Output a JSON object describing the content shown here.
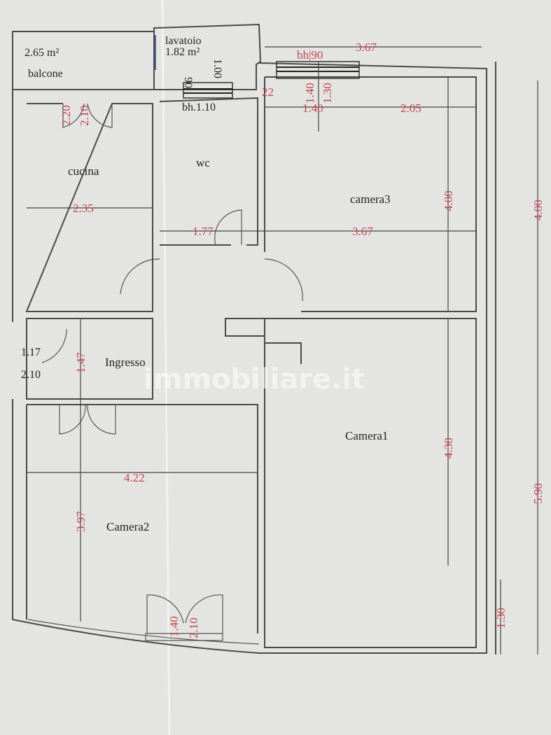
{
  "rooms": {
    "balcone": {
      "name": "balcone",
      "area": "2.65 m²"
    },
    "lavatoio": {
      "name": "lavatoio",
      "area": "1.82 m²"
    },
    "cucina": "cucina",
    "wc": "wc",
    "camera3": "camera3",
    "ingresso": "Ingresso",
    "camera1": "Camera1",
    "camera2": "Camera2"
  },
  "annotations": {
    "lav_window_w": "90",
    "lav_window_h": "1.00",
    "wc_window": "bh.1.10",
    "cam3_window": "bh|90",
    "cam3_win_a": "1.40",
    "cam3_win_b": "1.30",
    "cucina_door_a": "2.20",
    "cucina_door_b": "2.10",
    "entry_door_a": "1.17",
    "entry_door_b": "2.10",
    "cam2_door_a": "1.40",
    "cam2_door_b": "2.10"
  },
  "dimensions": {
    "top_width": "3.67",
    "offset_22": "22",
    "cam3_seg1": "1.40",
    "cam3_seg2": "2.05",
    "cucina_width": "2.35",
    "wc_width": "1.77",
    "cam3_width": "3.67",
    "cam3_height": "4.00",
    "right_upper": "4.00",
    "ingresso_height": "1.47",
    "cam2_width": "4.22",
    "cam2_height": "3.97",
    "cam1_height": "4.30",
    "right_lower": "5.90",
    "right_bottom": "1.30"
  },
  "watermark": "immobiliare.it"
}
